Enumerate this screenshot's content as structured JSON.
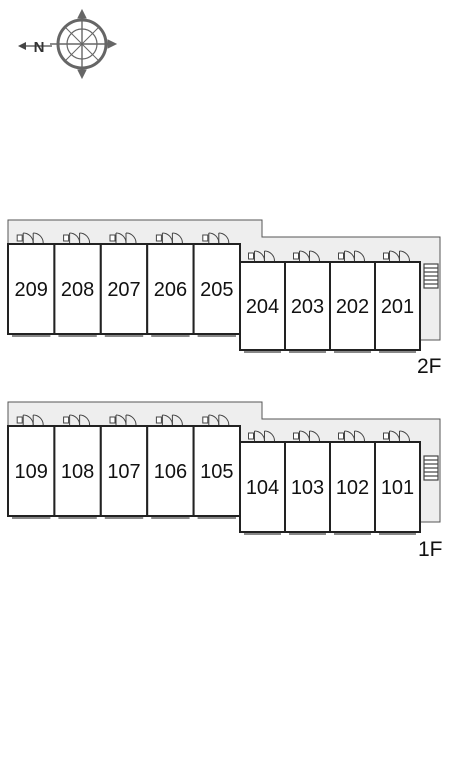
{
  "compass": {
    "label": "N",
    "icon": "compass-rose-icon"
  },
  "floors": [
    {
      "id": "2F",
      "label": "2F",
      "units_left": [
        "209",
        "208",
        "207",
        "206",
        "205"
      ],
      "units_right": [
        "204",
        "203",
        "202",
        "201"
      ]
    },
    {
      "id": "1F",
      "label": "1F",
      "units_left": [
        "109",
        "108",
        "107",
        "106",
        "105"
      ],
      "units_right": [
        "104",
        "103",
        "102",
        "101"
      ]
    }
  ],
  "colors": {
    "corridor": "#eeeeee",
    "wall": "#222222",
    "outline": "#555555",
    "compass": "#666666"
  }
}
